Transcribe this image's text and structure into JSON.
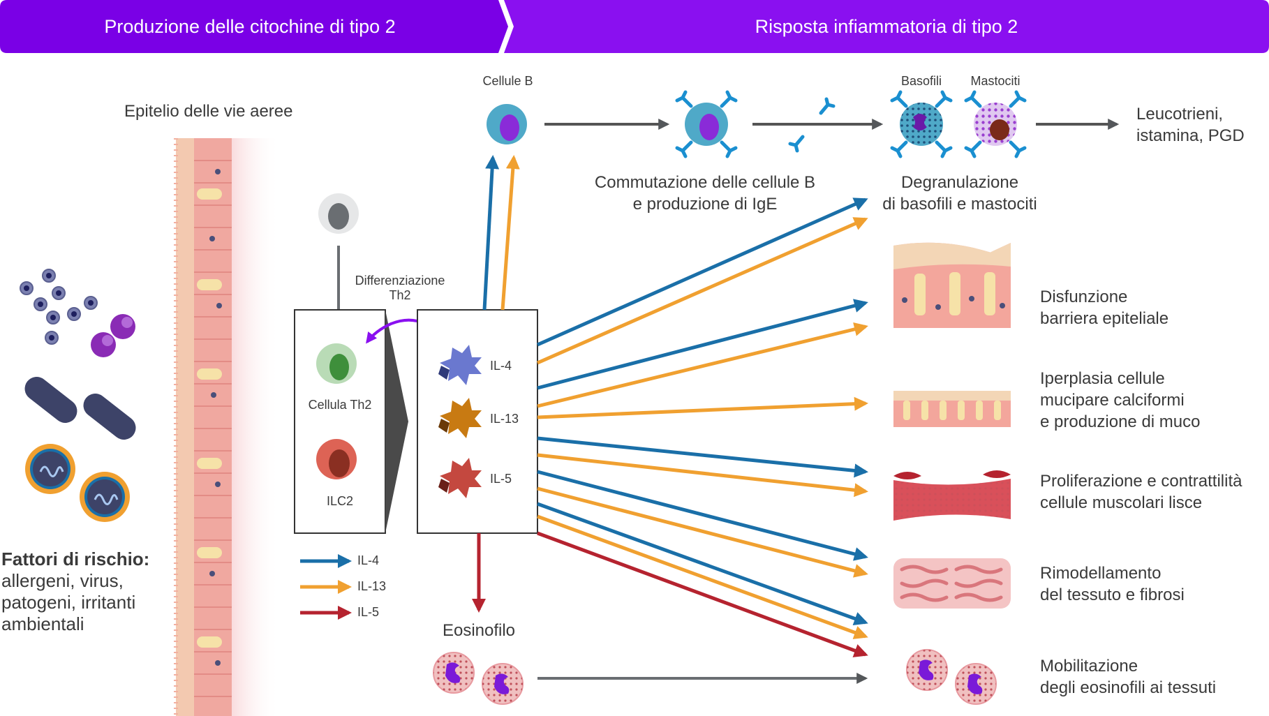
{
  "header": {
    "left_title": "Produzione delle citochine di tipo 2",
    "right_title": "Risposta infiammatoria di tipo 2",
    "left_color": "#7a00e6",
    "right_color": "#8a10f0"
  },
  "epithelium": {
    "title": "Epitelio delle vie aeree"
  },
  "risk": {
    "title": "Fattori di rischio:",
    "lines": [
      "allergeni, virus,",
      "patogeni, irritanti",
      "ambientali"
    ]
  },
  "cells": {
    "differentiation": [
      "Differenziazione",
      "Th2"
    ],
    "th2": "Cellula Th2",
    "ilc2": "ILC2",
    "b_cells": "Cellule B",
    "basophils": "Basofili",
    "mast_cells": "Mastociti",
    "eosinophil": "Eosinofilo"
  },
  "cytokines": {
    "il4": "IL-4",
    "il13": "IL-13",
    "il5": "IL-5"
  },
  "legend": [
    {
      "label": "IL-4",
      "color": "#1a6fa8"
    },
    {
      "label": "IL-13",
      "color": "#f0a030"
    },
    {
      "label": "IL-5",
      "color": "#b5232f"
    }
  ],
  "top_flow": {
    "switch": [
      "Commutazione delle cellule B",
      "e produzione di IgE"
    ],
    "degranulation": [
      "Degranulazione",
      "di basofili e mastociti"
    ],
    "mediators": [
      "Leucotrieni,",
      "istamina, PGD"
    ]
  },
  "outcomes": [
    {
      "lines": [
        "Disfunzione",
        "barriera epiteliale"
      ]
    },
    {
      "lines": [
        "Iperplasia cellule",
        "mucipare calciformi",
        "e produzione di muco"
      ]
    },
    {
      "lines": [
        "Proliferazione e contrattilità",
        "cellule muscolari lisce"
      ]
    },
    {
      "lines": [
        "Rimodellamento",
        "del tessuto e fibrosi"
      ]
    },
    {
      "lines": [
        "Mobilitazione",
        "degli eosinofili ai tessuti"
      ]
    }
  ],
  "icons": {
    "pathogens": "pathogen-icons",
    "th2_cell": "cell-icon",
    "cytokine": "cytokine-blob-icon",
    "antibody": "antibody-icon"
  }
}
